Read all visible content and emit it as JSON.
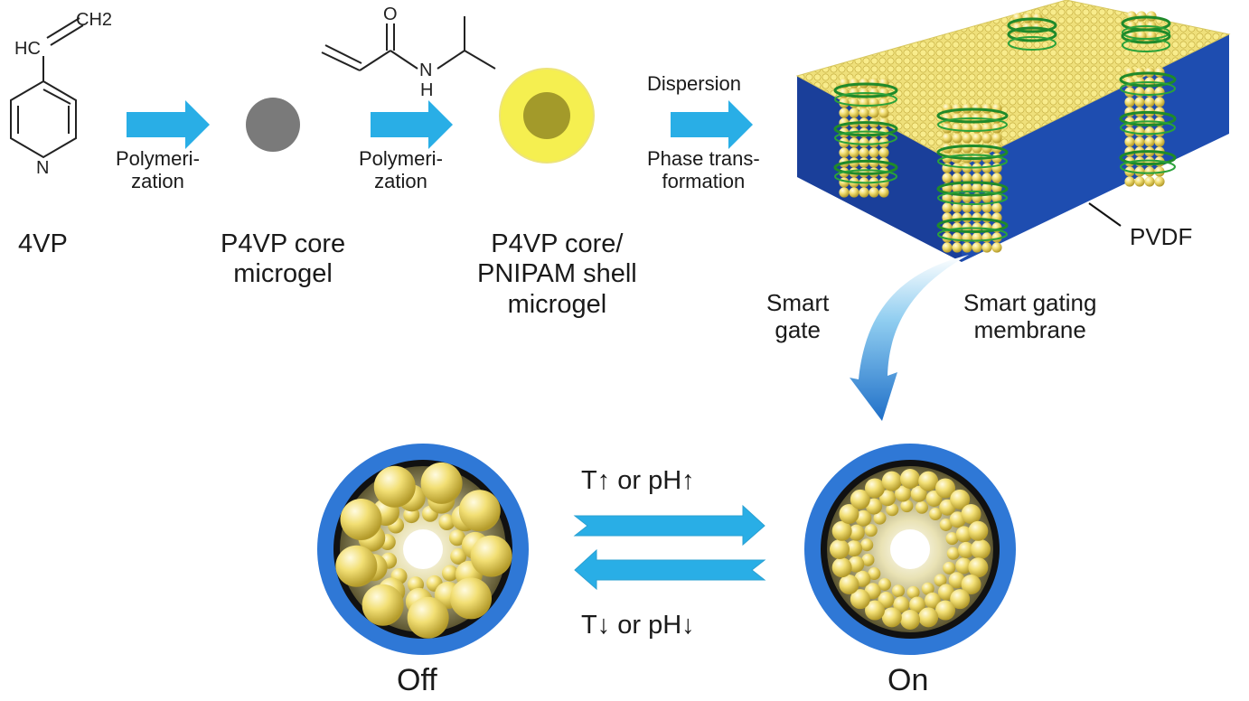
{
  "molecule_4vp": {
    "ch2": "CH2",
    "hc": "HC",
    "n": "N"
  },
  "molecule_nipam": {
    "o": "O",
    "n": "N",
    "h": "H"
  },
  "labels": {
    "vp": "4VP",
    "polymerization_1a": "Polymeri-",
    "polymerization_1b": "zation",
    "core_1": "P4VP core",
    "core_2": "microgel",
    "polymerization_2a": "Polymeri-",
    "polymerization_2b": "zation",
    "shell_1": "P4VP core/",
    "shell_2": "PNIPAM shell",
    "shell_3": "microgel",
    "dispersion": "Dispersion",
    "phase_1": "Phase trans-",
    "phase_2": "formation",
    "pvdf": "PVDF",
    "smart_gate_1": "Smart",
    "smart_gate_2": "gate",
    "membrane_1": "Smart gating",
    "membrane_2": "membrane",
    "forward": "T↑ or pH↑",
    "reverse": "T↓ or pH↓",
    "off": "Off",
    "on": "On"
  },
  "colors": {
    "arrow_blue": "#29aee6",
    "core_gray": "#7a7a7a",
    "shell_yellow": "#f5ef50",
    "core_olive": "#a39a2a",
    "membrane_blue": "#1e4db0",
    "membrane_top": "#f0e070",
    "bead_yellow": "#f2df74",
    "coil_green": "#1f8a2a",
    "ring_blue": "#2f78d6",
    "curved_arrow": "#1f7fcf"
  }
}
